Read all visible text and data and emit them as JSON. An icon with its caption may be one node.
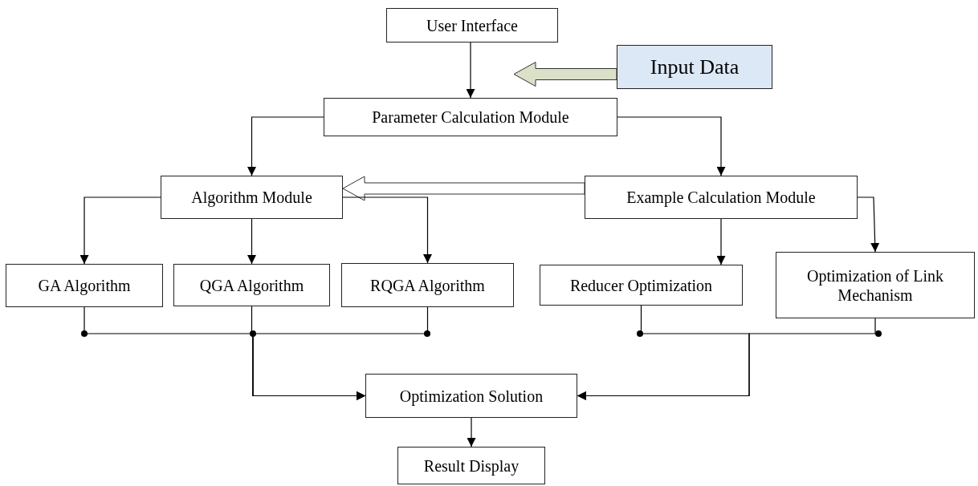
{
  "diagram": {
    "nodes": [
      {
        "text": [
          "User Interface"
        ]
      },
      {
        "text": [
          "Input Data"
        ]
      },
      {
        "text": [
          "Parameter Calculation Module"
        ]
      },
      {
        "text": [
          "Algorithm Module"
        ]
      },
      {
        "text": [
          "Example Calculation Module"
        ]
      },
      {
        "text": [
          "GA Algorithm"
        ]
      },
      {
        "text": [
          "QGA Algorithm"
        ]
      },
      {
        "text": [
          "RQGA Algorithm"
        ]
      },
      {
        "text": [
          "Reducer Optimization"
        ]
      },
      {
        "text": [
          "Optimization of Link Mechanism"
        ]
      },
      {
        "text": [
          "Optimization Solution"
        ]
      },
      {
        "text": [
          "Result Display"
        ]
      }
    ],
    "edges": [
      {
        "from": 0,
        "to": 2,
        "arrow": "to"
      },
      {
        "from": 1,
        "to": null,
        "arrow": "to",
        "style": "thick",
        "color": "#dbe0c8"
      },
      {
        "from": 2,
        "to": 3,
        "arrow": "to"
      },
      {
        "from": 2,
        "to": 4,
        "arrow": "to"
      },
      {
        "from": 4,
        "to": 3,
        "arrow": "to",
        "style": "thick"
      },
      {
        "from": 3,
        "to": 5,
        "arrow": "to"
      },
      {
        "from": 3,
        "to": 6,
        "arrow": "to"
      },
      {
        "from": 3,
        "to": 7,
        "arrow": "to"
      },
      {
        "from": 4,
        "to": 8,
        "arrow": "to"
      },
      {
        "from": 4,
        "to": 9,
        "arrow": "to"
      },
      {
        "from": 5,
        "to": 10,
        "arrow": "to"
      },
      {
        "from": 6,
        "to": 10,
        "arrow": "to"
      },
      {
        "from": 7,
        "to": 10,
        "arrow": "to"
      },
      {
        "from": 8,
        "to": 10,
        "arrow": "to"
      },
      {
        "from": 9,
        "to": 10,
        "arrow": "to"
      },
      {
        "from": 10,
        "to": 11,
        "arrow": "to"
      }
    ]
  }
}
